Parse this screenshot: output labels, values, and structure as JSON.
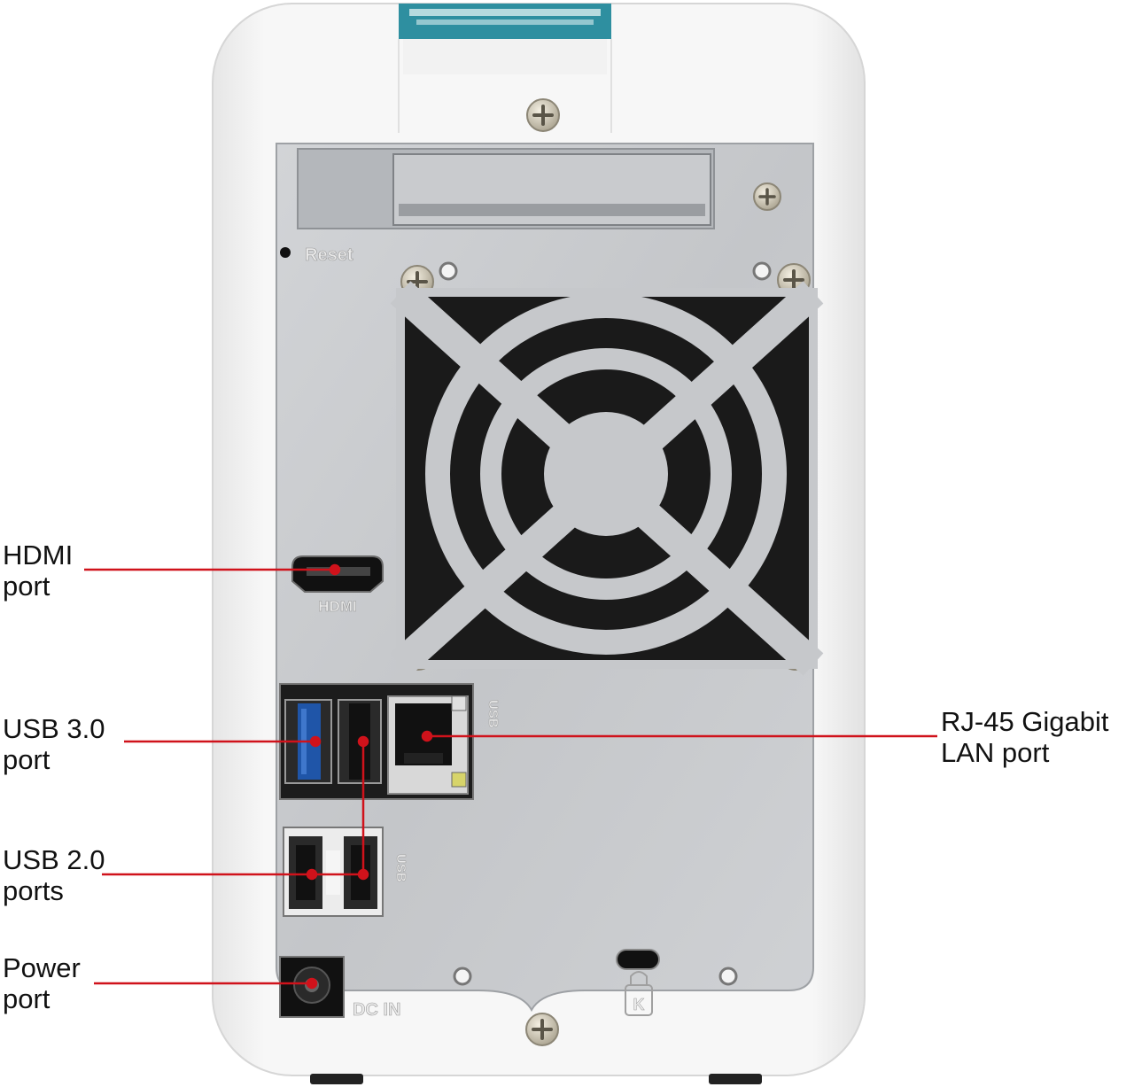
{
  "device": {
    "reset_label": "Reset",
    "hdmi_label": "HDMI",
    "usb_label_top": "USB",
    "usb_label_bottom": "USB",
    "dc_in_label": "DC  IN",
    "lock_label": "K"
  },
  "callouts": {
    "hdmi": {
      "line1": "HDMI",
      "line2": "port"
    },
    "usb3": {
      "line1": "USB 3.0",
      "line2": "port"
    },
    "usb2": {
      "line1": "USB 2.0",
      "line2": "ports"
    },
    "power": {
      "line1": "Power",
      "line2": "port"
    },
    "lan": {
      "line1": "RJ-45 Gigabit",
      "line2": "LAN port"
    }
  },
  "colors": {
    "callout_line": "#d0121b",
    "enclosure": "#f4f4f4",
    "panel": "#c7c9cc",
    "usb3_blue": "#1f55a8",
    "label_sticker": "#2e8fa0"
  }
}
